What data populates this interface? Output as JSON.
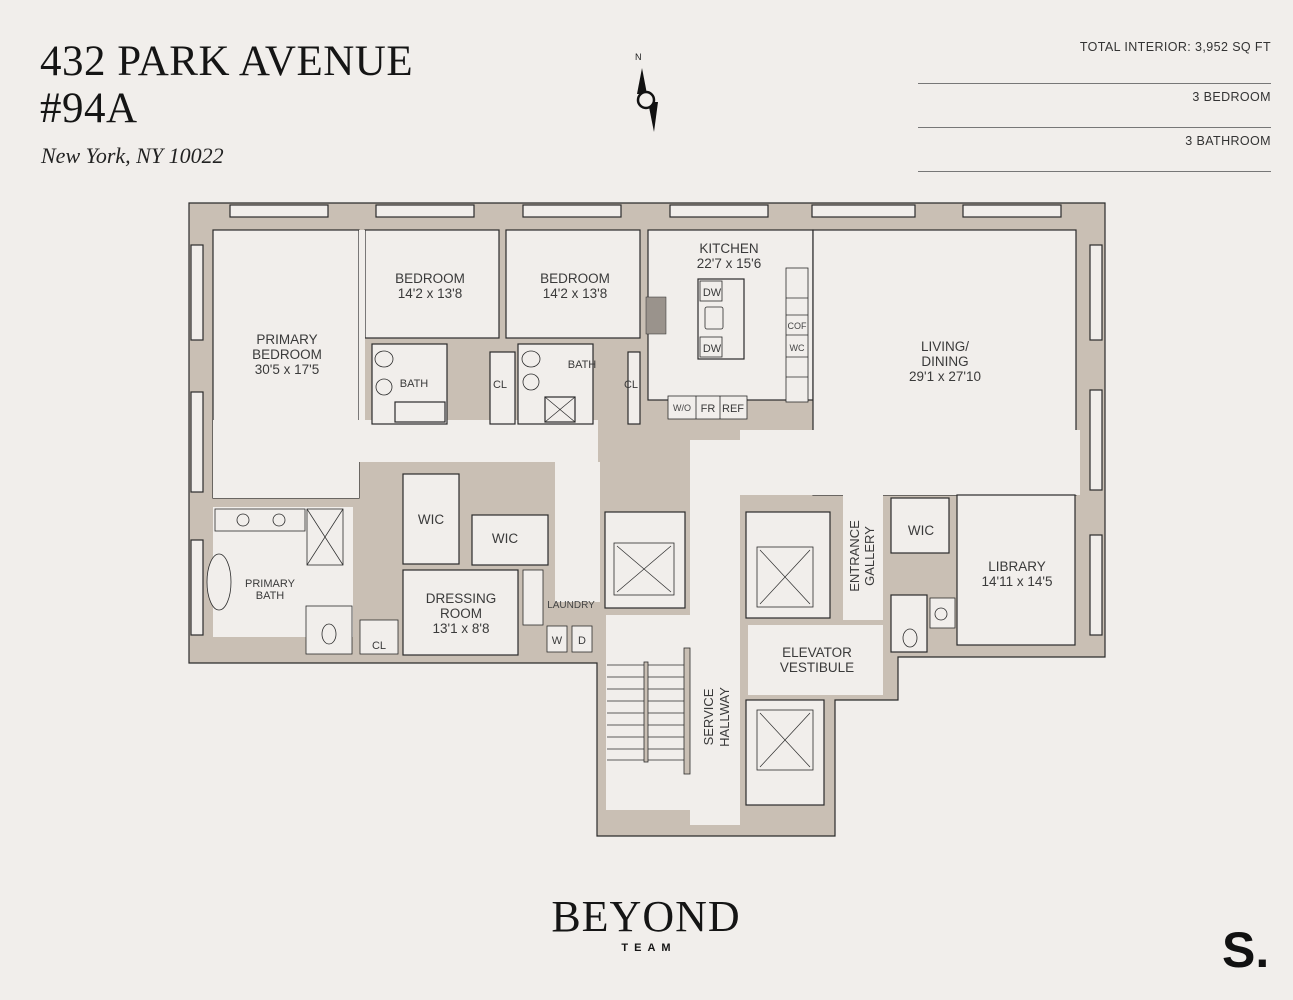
{
  "header": {
    "title_line1": "432 PARK AVENUE",
    "title_line2": "#94A",
    "subtitle": "New York, NY 10022"
  },
  "stats": [
    {
      "label": "TOTAL INTERIOR: 3,952 SQ FT"
    },
    {
      "label": "3 BEDROOM"
    },
    {
      "label": "3 BATHROOM"
    }
  ],
  "compass": {
    "label": "N",
    "icon": "north-arrow-icon"
  },
  "colors": {
    "background": "#f1eeeb",
    "wall": "#c9bfb4",
    "line": "#2b2b2b",
    "room": "#f1eeeb"
  },
  "rooms": {
    "primary_bedroom": {
      "name1": "PRIMARY",
      "name2": "BEDROOM",
      "dims": "30'5 x 17'5"
    },
    "bedroom1": {
      "name": "BEDROOM",
      "dims": "14'2 x 13'8"
    },
    "bedroom2": {
      "name": "BEDROOM",
      "dims": "14'2 x 13'8"
    },
    "bath1": {
      "name": "BATH"
    },
    "bath2": {
      "name": "BATH"
    },
    "cl1": {
      "name": "CL"
    },
    "cl2": {
      "name": "CL"
    },
    "cl3": {
      "name": "CL"
    },
    "kitchen": {
      "name": "KITCHEN",
      "dims": "22'7 x 15'6"
    },
    "kitchen_appliances": {
      "dw1": "DW",
      "dw2": "DW",
      "wo": "W/O",
      "fr": "FR",
      "ref": "REF",
      "cof": "COF",
      "wc": "WC"
    },
    "living": {
      "name1": "LIVING/",
      "name2": "DINING",
      "dims": "29'1 x 27'10"
    },
    "primary_bath": {
      "name1": "PRIMARY",
      "name2": "BATH"
    },
    "wic1": {
      "name": "WIC"
    },
    "wic2": {
      "name": "WIC"
    },
    "wic3": {
      "name": "WIC"
    },
    "dressing": {
      "name1": "DRESSING",
      "name2": "ROOM",
      "dims": "13'1 x 8'8"
    },
    "laundry": {
      "name": "LAUNDRY",
      "w": "W",
      "d": "D"
    },
    "service_hallway": {
      "name1": "SERVICE",
      "name2": "HALLWAY"
    },
    "entrance_gallery": {
      "name1": "ENTRANCE",
      "name2": "GALLERY"
    },
    "elevator_vestibule": {
      "name1": "ELEVATOR",
      "name2": "VESTIBULE"
    },
    "library": {
      "name": "LIBRARY",
      "dims": "14'11 x 14'5"
    }
  },
  "footer": {
    "logo_main": "BEYOND",
    "logo_sub": "TEAM",
    "corner_logo": "S."
  }
}
